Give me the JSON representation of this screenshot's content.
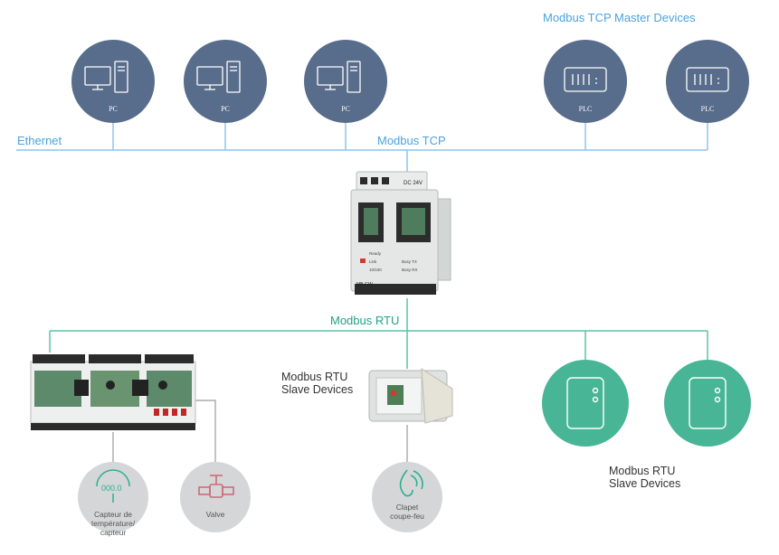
{
  "labels": {
    "tcp_master": "Modbus TCP Master Devices",
    "ethernet": "Ethernet",
    "modbus_tcp": "Modbus TCP",
    "modbus_rtu": "Modbus RTU",
    "rtu_slave_mid": "Modbus RTU\nSlave Devices",
    "rtu_slave_right": "Modbus RTU\nSlave Devices"
  },
  "masters": [
    {
      "label": "PC",
      "icon": "pc-icon"
    },
    {
      "label": "PC",
      "icon": "pc-icon"
    },
    {
      "label": "PC",
      "icon": "pc-icon"
    },
    {
      "label": "PLC",
      "icon": "plc-icon"
    },
    {
      "label": "PLC",
      "icon": "plc-icon"
    }
  ],
  "gateway": {
    "top_text": "DC 24V",
    "led_labels": [
      "Ready",
      "Link",
      "Busy TX",
      "10/100",
      "Busy RX"
    ],
    "model": "MB-GW"
  },
  "sensors": [
    {
      "label": "Capteur de\ntempérature/\ncapteur",
      "display": "000.0",
      "icon": "thermometer-icon"
    },
    {
      "label": "Valve",
      "icon": "valve-icon"
    },
    {
      "label": "Clapet\ncoupe-feu",
      "icon": "fire-damper-icon"
    }
  ],
  "slaves": [
    {
      "icon": "slave-device-icon"
    },
    {
      "icon": "slave-device-icon"
    }
  ],
  "colors": {
    "ethernet_line": "#8ec5ea",
    "rtu_line": "#5cc2a6",
    "master_node": "#586c8b",
    "slave_node": "#48b596",
    "sensor_node": "#d4d6d8"
  }
}
